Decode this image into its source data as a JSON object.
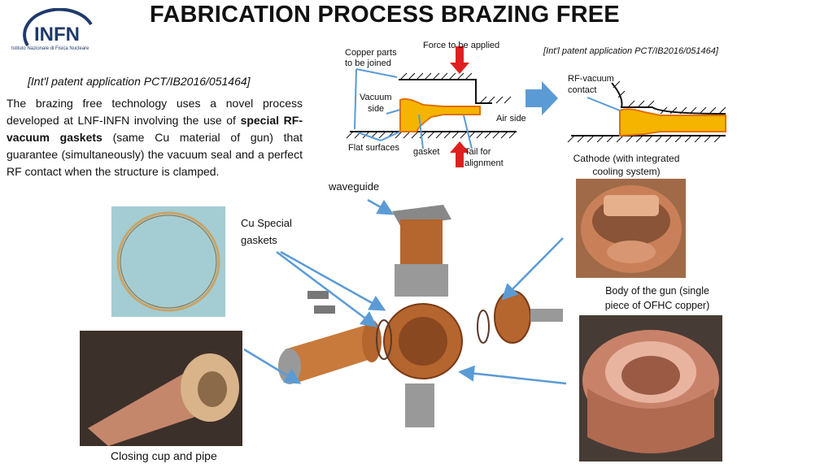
{
  "header": {
    "title": "FABRICATION PROCESS BRAZING FREE",
    "logo_text": "INFN",
    "logo_subtitle": "Istituto Nazionale di Fisica Nucleare"
  },
  "patent": {
    "top": "[Int'l patent application PCT/IB2016/051464]",
    "left": "[Int'l patent application PCT/IB2016/051464]"
  },
  "description": {
    "part1": "The brazing free technology uses a novel process developed at LNF-INFN involving the use of ",
    "bold": "special RF-vacuum gaskets",
    "part2": " (same Cu material of gun) that guarantee (simultaneously) the vacuum seal and a perfect RF contact when the structure is clamped."
  },
  "diagram": {
    "copper_parts": "Copper parts",
    "to_be_joined": "to be joined",
    "force": "Force to be applied",
    "vacuum": "Vacuum",
    "side": "side",
    "air_side": "Air side",
    "flat_surfaces": "Flat surfaces",
    "gasket": "gasket",
    "tail_for": "Tail for",
    "alignment": "alignment",
    "rf_vacuum": "RF-vacuum",
    "contact": "contact"
  },
  "labels": {
    "cathode": "Cathode (with integrated cooling system)",
    "waveguide": "waveguide",
    "cu_special": "Cu Special",
    "gaskets": "gaskets",
    "body": "Body of the gun (single piece of OFHC copper)",
    "closing": "Closing cup and pipe"
  },
  "colors": {
    "arrow_blue": "#5b9bd5",
    "force_red": "#e02020",
    "gasket_orange": "#f5b400",
    "gasket_fill": "#f5a623",
    "copper": "#b5652e"
  }
}
